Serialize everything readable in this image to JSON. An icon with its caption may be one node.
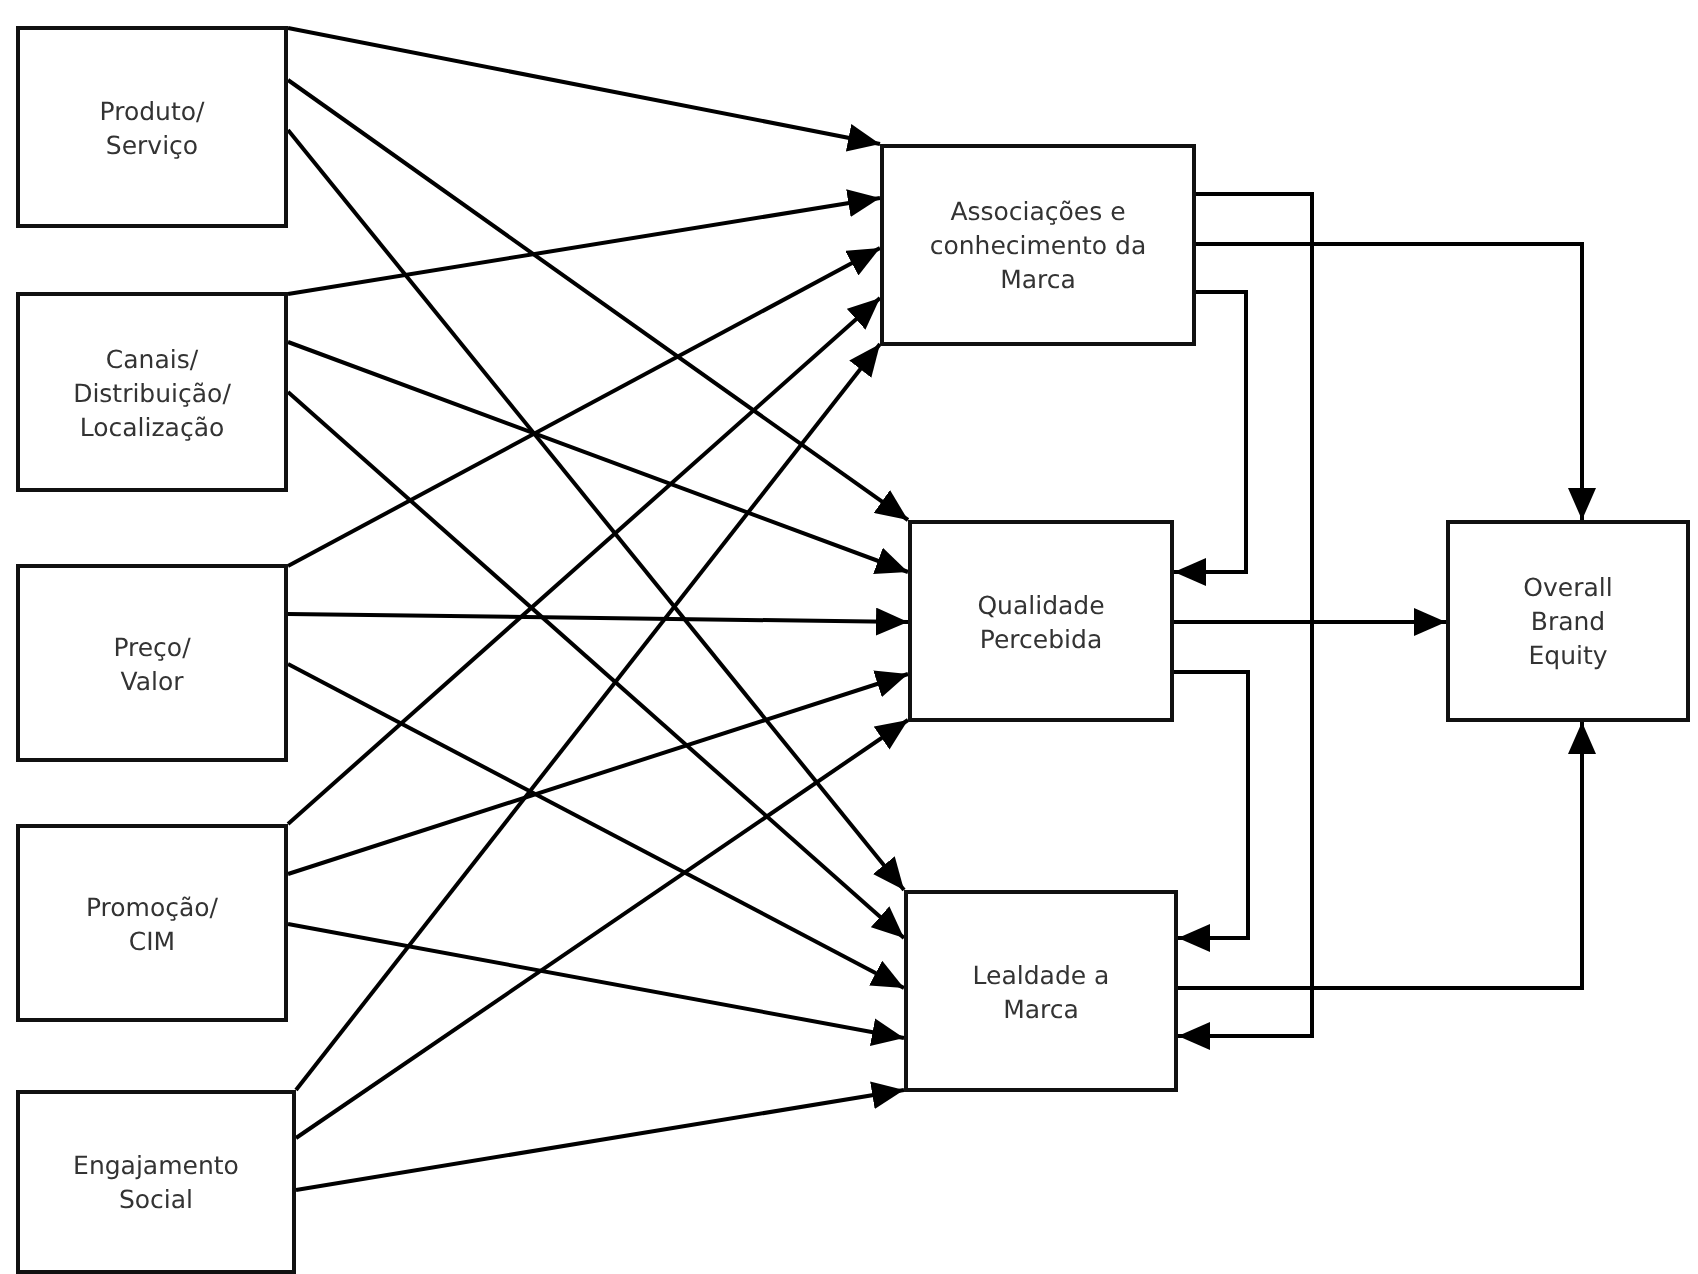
{
  "diagram": {
    "nodes": [
      {
        "text": [
          "Produto/ Serviço"
        ]
      },
      {
        "text": [
          "Canais/ Distribuição/ Localização"
        ]
      },
      {
        "text": [
          "Preço/ Valor"
        ]
      },
      {
        "text": [
          "Promoção/ CIM"
        ]
      },
      {
        "text": [
          "Engajamento Social"
        ]
      },
      {
        "text": [
          "Associações e conhecimento da Marca"
        ]
      },
      {
        "text": [
          "Qualidade Percebida"
        ]
      },
      {
        "text": [
          "Lealdade a Marca"
        ]
      },
      {
        "text": [
          "Overall Brand Equity"
        ]
      }
    ],
    "edges": [
      {
        "from": 0,
        "to": 5,
        "arrow": "to"
      },
      {
        "from": 0,
        "to": 6,
        "arrow": "to"
      },
      {
        "from": 0,
        "to": 7,
        "arrow": "to"
      },
      {
        "from": 1,
        "to": 5,
        "arrow": "to"
      },
      {
        "from": 1,
        "to": 6,
        "arrow": "to"
      },
      {
        "from": 1,
        "to": 7,
        "arrow": "to"
      },
      {
        "from": 2,
        "to": 5,
        "arrow": "to"
      },
      {
        "from": 2,
        "to": 6,
        "arrow": "to"
      },
      {
        "from": 2,
        "to": 7,
        "arrow": "to"
      },
      {
        "from": 3,
        "to": 5,
        "arrow": "to"
      },
      {
        "from": 3,
        "to": 6,
        "arrow": "to"
      },
      {
        "from": 3,
        "to": 7,
        "arrow": "to"
      },
      {
        "from": 4,
        "to": 5,
        "arrow": "to"
      },
      {
        "from": 4,
        "to": 6,
        "arrow": "to"
      },
      {
        "from": 4,
        "to": 7,
        "arrow": "to"
      },
      {
        "from": 5,
        "to": 7,
        "arrow": "to"
      },
      {
        "from": 5,
        "to": 8,
        "arrow": "to"
      },
      {
        "from": 5,
        "to": 6,
        "arrow": "to"
      },
      {
        "from": 6,
        "to": 8,
        "arrow": "to"
      },
      {
        "from": 6,
        "to": 7,
        "arrow": "to"
      },
      {
        "from": 7,
        "to": 8,
        "arrow": "to"
      }
    ]
  }
}
